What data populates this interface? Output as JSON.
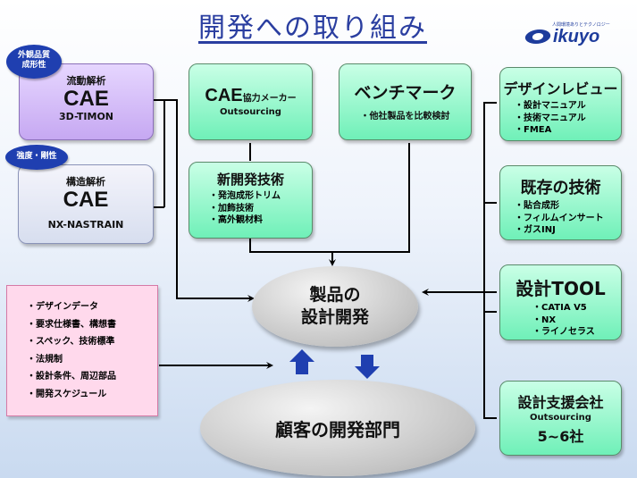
{
  "title": "開発への取り組み",
  "logo": {
    "text": "ikuyo",
    "subtext": "人間環境ありとテクノロジー"
  },
  "left": {
    "badge1": [
      "外観品質",
      "成形性"
    ],
    "box1": {
      "sub": "流動解析",
      "main": "CAE",
      "foot": "3D-TIMON"
    },
    "badge2": "強度・剛性",
    "box2": {
      "sub": "構造解析",
      "main": "CAE",
      "foot": "NX-NASTRAIN"
    }
  },
  "top": {
    "cae_partner": {
      "main": "CAE",
      "suffix": "協力メーカー",
      "foot": "Outsourcing"
    },
    "benchmark": {
      "title": "ベンチマーク",
      "item": "・他社製品を比較検討"
    },
    "new_tech": {
      "title": "新開発技術",
      "items": [
        "・発泡成形トリム",
        "・加飾技術",
        "・高外観材料"
      ]
    }
  },
  "right": {
    "design_review": {
      "title": "デザインレビュー",
      "items": [
        "・設計マニュアル",
        "・技術マニュアル",
        "・FMEA"
      ]
    },
    "existing_tech": {
      "title": "既存の技術",
      "items": [
        "・貼合成形",
        "・フィルムインサート",
        "・ガスINJ"
      ]
    },
    "design_tool": {
      "title": "設計TOOL",
      "items": [
        "・CATIA V5",
        "・NX",
        "・ライノセラス"
      ]
    },
    "support": {
      "title": "設計支援会社",
      "sub": "Outsourcing",
      "foot": "5~6社"
    }
  },
  "inputs": {
    "items": [
      "・デザインデータ",
      "・要求仕様書、構想書",
      "・スペック、技術標準",
      "・法規制",
      "・設計条件、周辺部品",
      "・開発スケジュール"
    ]
  },
  "center": {
    "product": [
      "製品の",
      "設計開発"
    ],
    "customer": "顧客の開発部門"
  }
}
